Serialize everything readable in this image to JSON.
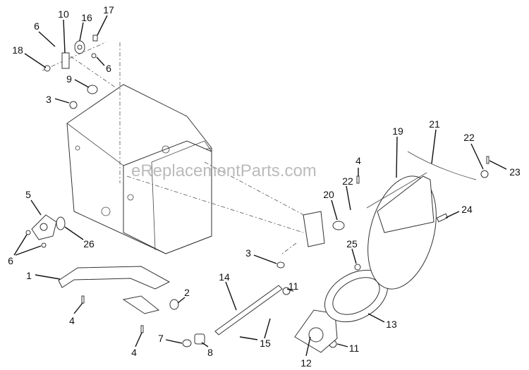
{
  "watermark": "eReplacementParts.com",
  "callouts": [
    {
      "id": "c6a",
      "label": "6"
    },
    {
      "id": "c10",
      "label": "10"
    },
    {
      "id": "c16",
      "label": "16"
    },
    {
      "id": "c17",
      "label": "17"
    },
    {
      "id": "c18",
      "label": "18"
    },
    {
      "id": "c6b",
      "label": "6"
    },
    {
      "id": "c9",
      "label": "9"
    },
    {
      "id": "c3a",
      "label": "3"
    },
    {
      "id": "c5",
      "label": "5"
    },
    {
      "id": "c26",
      "label": "26"
    },
    {
      "id": "c6c",
      "label": "6"
    },
    {
      "id": "c1",
      "label": "1"
    },
    {
      "id": "c4a",
      "label": "4"
    },
    {
      "id": "c2",
      "label": "2"
    },
    {
      "id": "c4b",
      "label": "4"
    },
    {
      "id": "c7",
      "label": "7"
    },
    {
      "id": "c8",
      "label": "8"
    },
    {
      "id": "c14",
      "label": "14"
    },
    {
      "id": "c11a",
      "label": "11"
    },
    {
      "id": "c15",
      "label": "15"
    },
    {
      "id": "c12",
      "label": "12"
    },
    {
      "id": "c11b",
      "label": "11"
    },
    {
      "id": "c13",
      "label": "13"
    },
    {
      "id": "c3b",
      "label": "3"
    },
    {
      "id": "c25",
      "label": "25"
    },
    {
      "id": "c20",
      "label": "20"
    },
    {
      "id": "c22a",
      "label": "22"
    },
    {
      "id": "c4c",
      "label": "4"
    },
    {
      "id": "c19",
      "label": "19"
    },
    {
      "id": "c21",
      "label": "21"
    },
    {
      "id": "c22b",
      "label": "22"
    },
    {
      "id": "c23",
      "label": "23"
    },
    {
      "id": "c24",
      "label": "24"
    }
  ]
}
